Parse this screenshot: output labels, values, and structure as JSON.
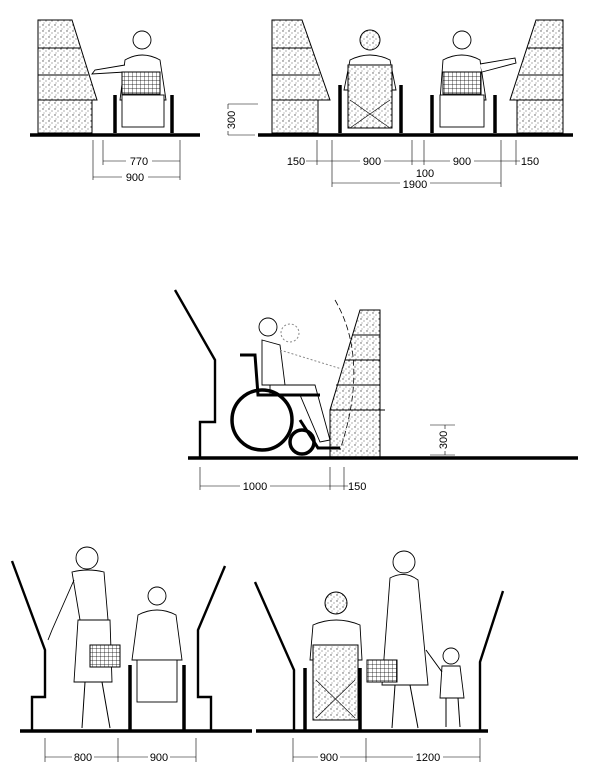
{
  "panels": {
    "top_left": {
      "dims": [
        "770",
        "900"
      ]
    },
    "top_right": {
      "height": "300",
      "dims": [
        "150",
        "900",
        "100",
        "900",
        "150",
        "1900"
      ]
    },
    "middle": {
      "height": "300",
      "dims": [
        "1000",
        "150"
      ]
    },
    "bottom_left": {
      "dims": [
        "800",
        "900"
      ]
    },
    "bottom_right": {
      "dims": [
        "900",
        "1200"
      ]
    }
  }
}
